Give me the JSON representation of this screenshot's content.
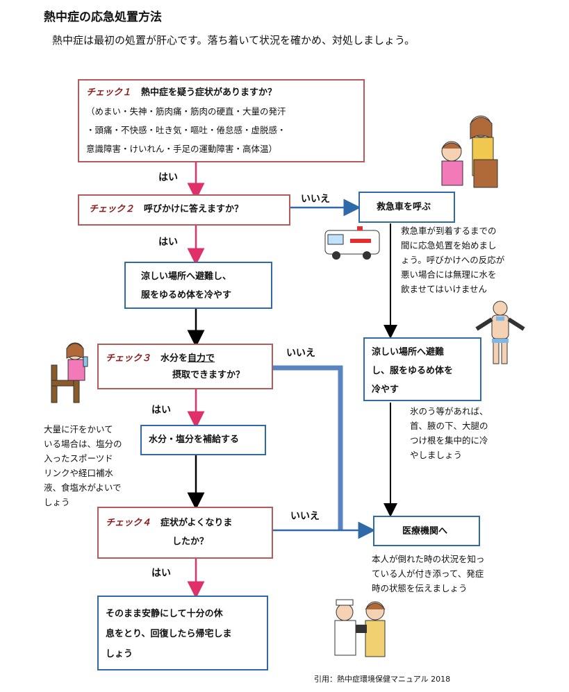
{
  "title": "熱中症の応急処置方法",
  "subtitle": "熱中症は最初の処置が肝心です。落ち着いて状況を確かめ、対処しましょう。",
  "check1": {
    "label": "チェック１",
    "question": "熱中症を疑う症状がありますか？",
    "symptoms": [
      "（めまい・失神・筋肉痛・筋肉の硬直・大量の発汗",
      "・頭痛・不快感・吐き気・嘔吐・倦怠感・虚脱感・",
      "意識障害・けいれん・手足の運動障害・高体温）"
    ]
  },
  "check2": {
    "label": "チェック２",
    "question": "呼びかけに答えますか？"
  },
  "check3": {
    "label": "チェック３",
    "question_line1": "水分を",
    "question_underlined": "自力で",
    "question_line2": "摂取できますか？"
  },
  "check4": {
    "label": "チェック４",
    "question_line1": "症状がよくなりま",
    "question_line2": "したか？"
  },
  "yes": "はい",
  "no": "いいえ",
  "cool_box": [
    "涼しい場所へ避難し、",
    "服をゆるめ体を冷やす"
  ],
  "water_box": "水分・塩分を補給する",
  "rest_box": [
    "そのまま安静にして十分の休",
    "息をとり、回復したら帰宅しま",
    "しょう"
  ],
  "ambulance_box": "救急車を呼ぶ",
  "ambulance_note": [
    "救急車が到着するまでの",
    "間に応急処置を始めまし",
    "ょう。呼びかけへの反応が",
    "悪い場合には無理に水を",
    "飲ませてはいけません"
  ],
  "cool_box2": [
    "涼しい場所へ避難",
    "し、服をゆるめ体を",
    "冷やす"
  ],
  "ice_note": [
    "氷のう等があれば、",
    "首、腋の下、大腿の",
    "つけ根を集中的に冷",
    "やしましょう"
  ],
  "sweat_note": [
    "大量に汗をかいて",
    "いる場合は、塩分の",
    "入ったスポーツド",
    "リンクや経口補水",
    "液、食塩水がよいで",
    "しょう"
  ],
  "hospital_box": "医療機関へ",
  "hospital_note": [
    "本人が倒れた時の状況を知っ",
    "ている人が付き添って、発症",
    "時の状態を伝えましょう"
  ],
  "citation": "引用：熱中症環境保健マニュアル 2018",
  "colors": {
    "red_border": "#b45a5a",
    "blue_border": "#2f6aa8",
    "yes_arrow": "#e0306a",
    "no_arrow": "#2f6aa8",
    "thick_line": "#5a84c0",
    "check_label": "#8b1a1a"
  }
}
